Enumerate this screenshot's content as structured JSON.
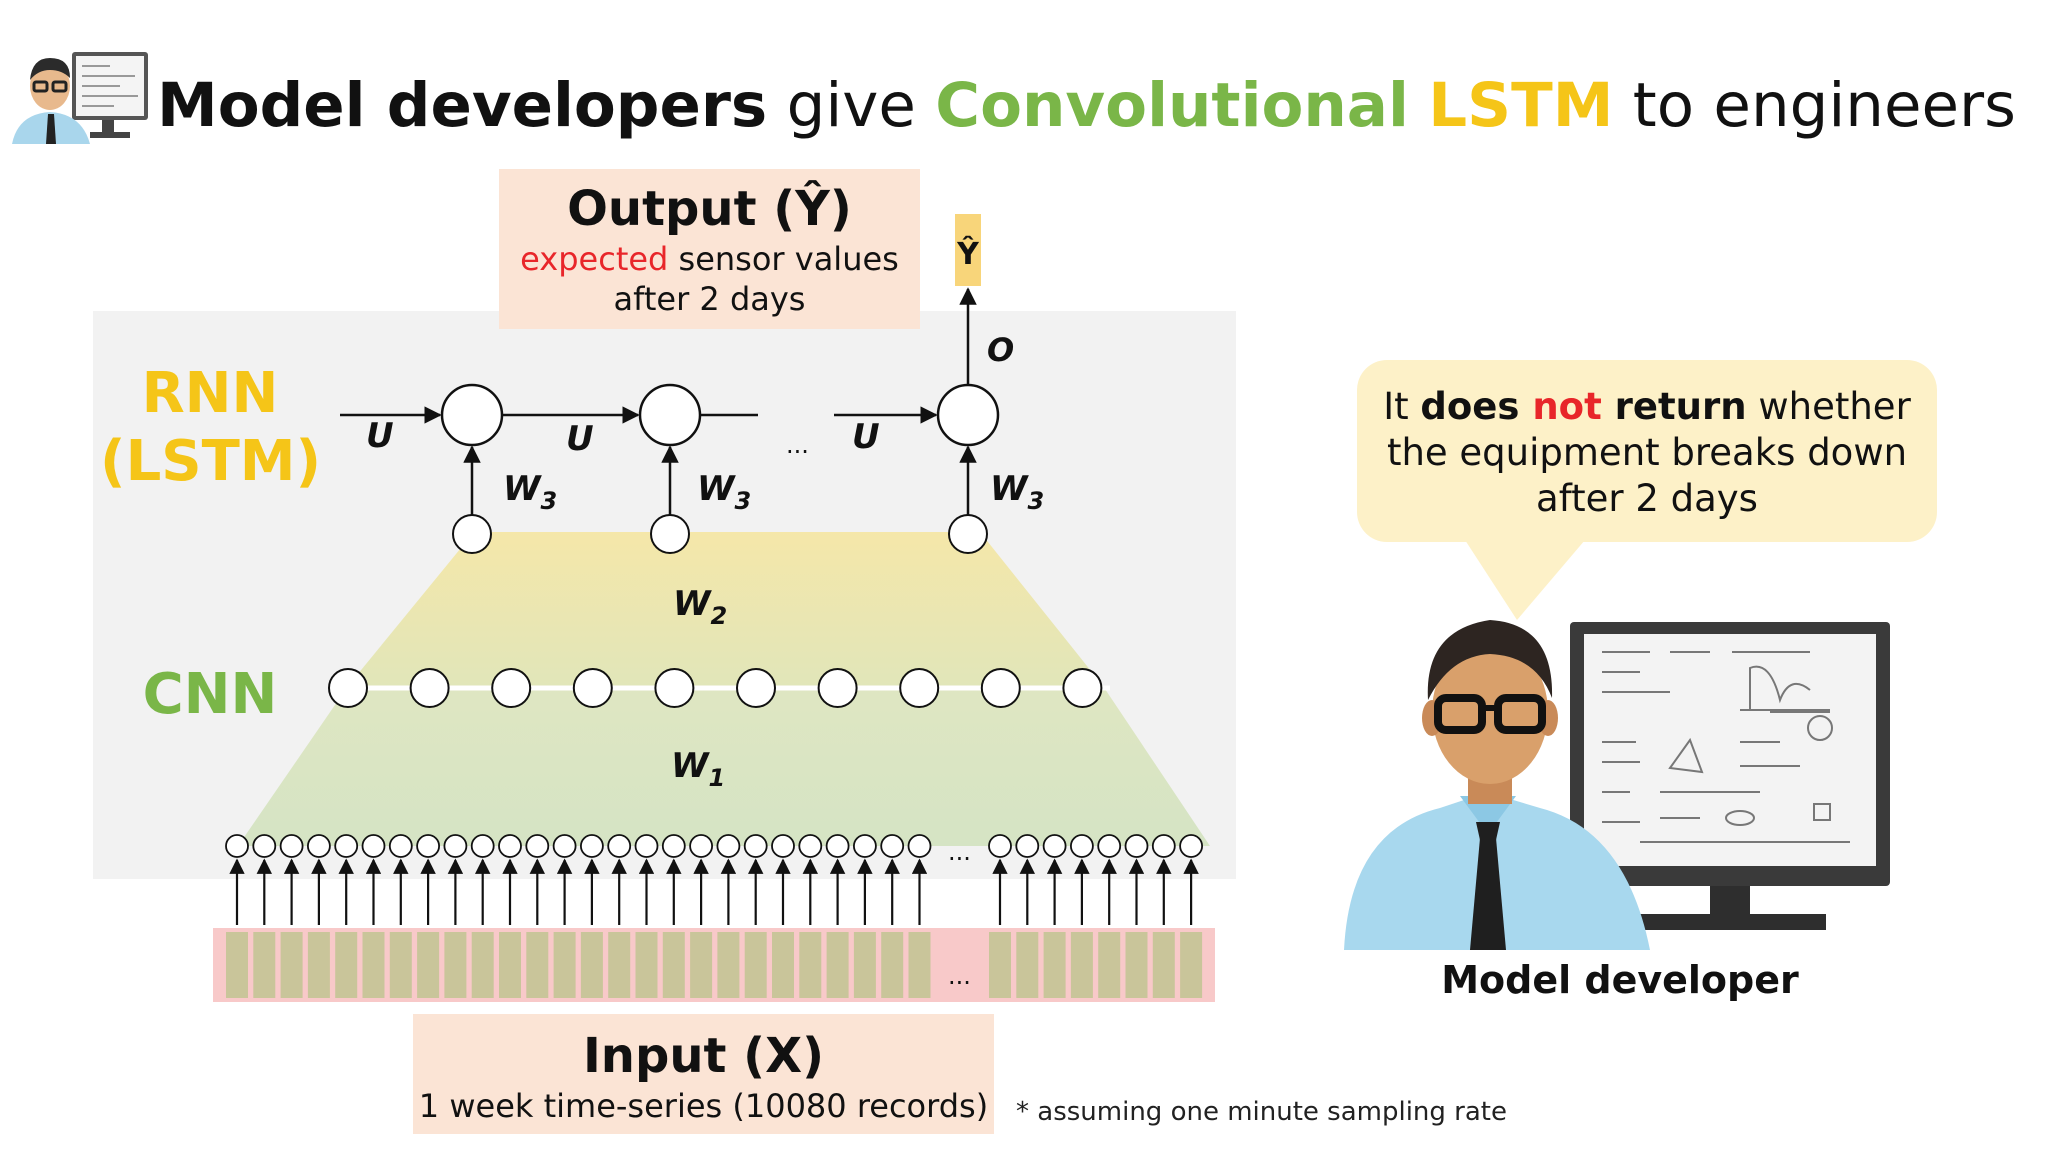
{
  "title": {
    "part1": "Model developers",
    "part2": " give ",
    "part3": "Convolutional",
    "part4": " ",
    "part5": "LSTM",
    "part6": " to engineers"
  },
  "output_box": {
    "title": "Output (Ŷ)",
    "sub_red": "expected",
    "sub_rest": " sensor values",
    "sub_line2": "after 2 days"
  },
  "input_box": {
    "title": "Input (X)",
    "sub": "1 week time-series (10080 records)"
  },
  "labels": {
    "rnn_line1": "RNN",
    "rnn_line2": "(LSTM)",
    "cnn": "CNN"
  },
  "diagram_symbols": {
    "y_hat": "Ŷ",
    "o": "O",
    "u": "U",
    "w1": "W",
    "w1_sub": "1",
    "w2": "W",
    "w2_sub": "2",
    "w3": "W",
    "w3_sub": "3",
    "ellipsis": "..."
  },
  "speech_bubble": {
    "pre": "It ",
    "bold1": "does ",
    "red": "not",
    "bold2": " return",
    "post": " whether",
    "line2": "the equipment breaks down",
    "line3": "after 2 days"
  },
  "developer_caption": "Model developer",
  "footnote": "* assuming one minute sampling rate",
  "colors": {
    "green": "#7ab648",
    "yellow": "#f5c518",
    "red": "#e8262a",
    "box_fill": "#fbe4d5",
    "panel": "#f2f2f2",
    "bubble": "#fdf1c8"
  }
}
